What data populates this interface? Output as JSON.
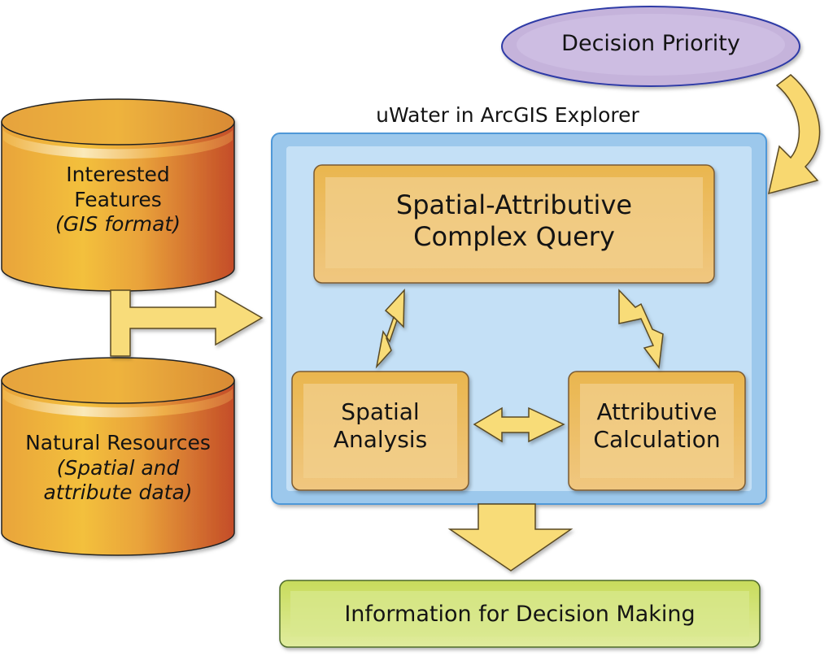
{
  "colors": {
    "cylinder_light": "#f2bd3a",
    "cylinder_dark": "#c9512a",
    "container_fill": "#c2def5",
    "container_border": "#5aa0dc",
    "box_fill": "#f2ce8a",
    "box_border": "#8a5a2b",
    "arrow_fill": "#f8dc78",
    "arrow_border": "#6a5a30",
    "ellipse_fill": "#c9b6dc",
    "ellipse_border": "#2a3aa0",
    "output_fill": "#d6e88e",
    "output_border": "#4e6a2a"
  },
  "decision_priority": {
    "label": "Decision Priority"
  },
  "container": {
    "title": "uWater in ArcGIS Explorer"
  },
  "cylinders": [
    {
      "title_lines": [
        "Interested",
        "Features"
      ],
      "subtitle_lines": [
        "(GIS format)"
      ]
    },
    {
      "title_lines": [
        "Natural Resources"
      ],
      "subtitle_lines": [
        "(Spatial and",
        "attribute data)"
      ]
    }
  ],
  "boxes": {
    "query": {
      "lines": [
        "Spatial-Attributive",
        "Complex Query"
      ]
    },
    "spatial": {
      "lines": [
        "Spatial",
        "Analysis"
      ]
    },
    "attributive": {
      "lines": [
        "Attributive",
        "Calculation"
      ]
    }
  },
  "output": {
    "label": "Information for Decision Making"
  },
  "arrows": [
    {
      "name": "decision-priority-to-container",
      "from": "Decision Priority",
      "to": "uWater in ArcGIS Explorer",
      "bidirectional": false
    },
    {
      "name": "data-sources-to-container",
      "from": "Interested Features + Natural Resources",
      "to": "uWater in ArcGIS Explorer",
      "bidirectional": false
    },
    {
      "name": "query-spatial",
      "from": "Spatial-Attributive Complex Query",
      "to": "Spatial Analysis",
      "bidirectional": true
    },
    {
      "name": "query-attributive",
      "from": "Spatial-Attributive Complex Query",
      "to": "Attributive Calculation",
      "bidirectional": true
    },
    {
      "name": "spatial-attributive",
      "from": "Spatial Analysis",
      "to": "Attributive Calculation",
      "bidirectional": true
    },
    {
      "name": "container-to-output",
      "from": "uWater in ArcGIS Explorer",
      "to": "Information for Decision Making",
      "bidirectional": false
    }
  ]
}
